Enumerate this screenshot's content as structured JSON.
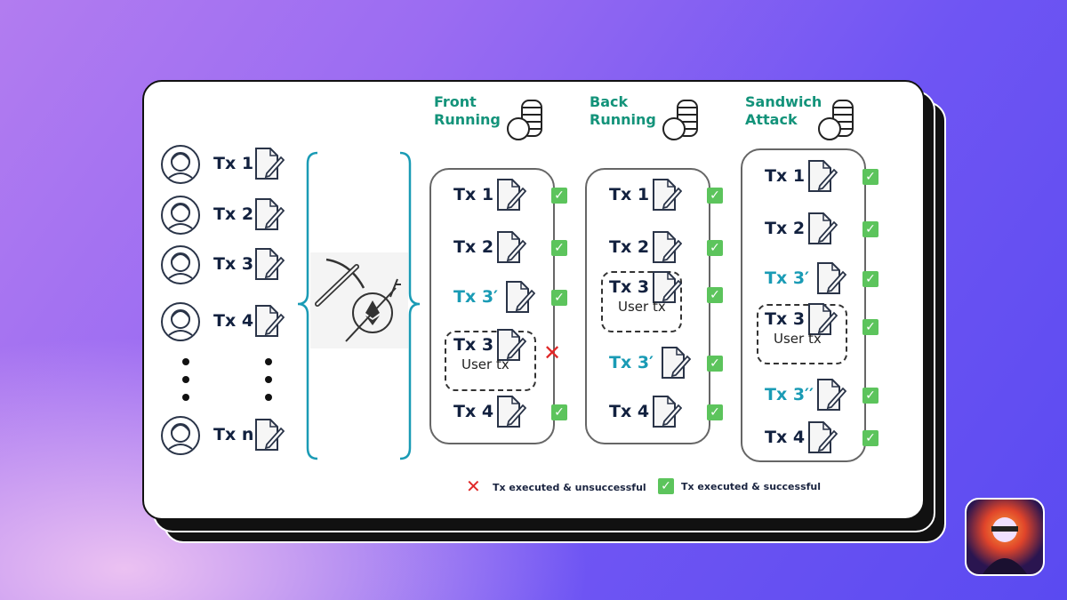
{
  "users": [
    {
      "label": "Tx 1",
      "avatar": "female-user-icon"
    },
    {
      "label": "Tx 2",
      "avatar": "male-user-icon"
    },
    {
      "label": "Tx 3",
      "avatar": "male-user-icon"
    },
    {
      "label": "Tx 4",
      "avatar": "female-user-icon"
    },
    {
      "label": "Tx n",
      "avatar": "male-user-icon"
    }
  ],
  "columns": [
    {
      "title_line1": "Front",
      "title_line2": "Running",
      "rows": [
        {
          "label": "Tx 1",
          "status": "success"
        },
        {
          "label": "Tx 2",
          "status": "success"
        },
        {
          "label": "Tx 3′",
          "status": "success",
          "attacker": true
        },
        {
          "label": "Tx 3",
          "status": "fail",
          "user_tx": "User tx"
        },
        {
          "label": "Tx 4",
          "status": "success"
        }
      ]
    },
    {
      "title_line1": "Back",
      "title_line2": "Running",
      "rows": [
        {
          "label": "Tx 1",
          "status": "success"
        },
        {
          "label": "Tx 2",
          "status": "success"
        },
        {
          "label": "Tx 3",
          "status": "success",
          "user_tx": "User tx"
        },
        {
          "label": "Tx 3′",
          "status": "success",
          "attacker": true
        },
        {
          "label": "Tx 4",
          "status": "success"
        }
      ]
    },
    {
      "title_line1": "Sandwich",
      "title_line2": "Attack",
      "rows": [
        {
          "label": "Tx 1",
          "status": "success"
        },
        {
          "label": "Tx 2",
          "status": "success"
        },
        {
          "label": "Tx 3′",
          "status": "success",
          "attacker": true
        },
        {
          "label": "Tx 3",
          "status": "success",
          "user_tx": "User tx"
        },
        {
          "label": "Tx 3′′",
          "status": "success",
          "attacker": true
        },
        {
          "label": "Tx 4",
          "status": "success"
        }
      ]
    }
  ],
  "legend": {
    "fail": "Tx executed & unsuccessful",
    "success": "Tx executed & successful"
  },
  "colors": {
    "attacker": "#1a9bb5",
    "heading": "#13937a",
    "brace": "#1a9bb5",
    "success": "#5cc45c",
    "fail": "#e02828"
  }
}
